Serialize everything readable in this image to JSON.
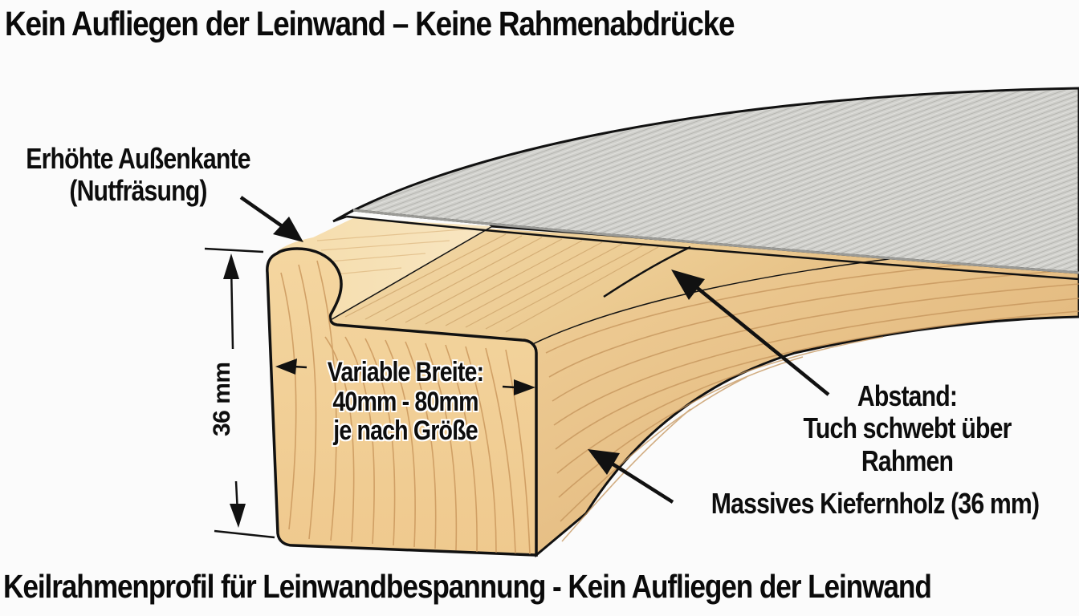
{
  "title": "Kein Aufliegen der Leinwand – Keine Rahmenabdrücke",
  "footer": "Keilrahmenprofil für Leinwandbespannung - Kein Aufliegen der Leinwand",
  "annotations": {
    "raised_edge": {
      "line1": "Erhöhte Außenkante",
      "line2": "(Nutfräsung)"
    },
    "width": {
      "line1": "Variable Breite:",
      "line2": "40mm - 80mm",
      "line3": "je nach Größe"
    },
    "height": {
      "label": "36 mm"
    },
    "gap": {
      "line1": "Abstand:",
      "line2": "Tuch schwebt über",
      "line3": "Rahmen"
    },
    "wood": {
      "label": "Massives Kiefernholz (36 mm)"
    }
  },
  "colors": {
    "background": "#fbfbfb",
    "wood_light": "#f0d3a0",
    "wood_mid": "#e5bd80",
    "wood_dark": "#c99a5c",
    "canvas": "#cfcfcb",
    "canvas_edge": "#b9b9b5",
    "outline": "#111111",
    "text": "#0d0d0d"
  }
}
